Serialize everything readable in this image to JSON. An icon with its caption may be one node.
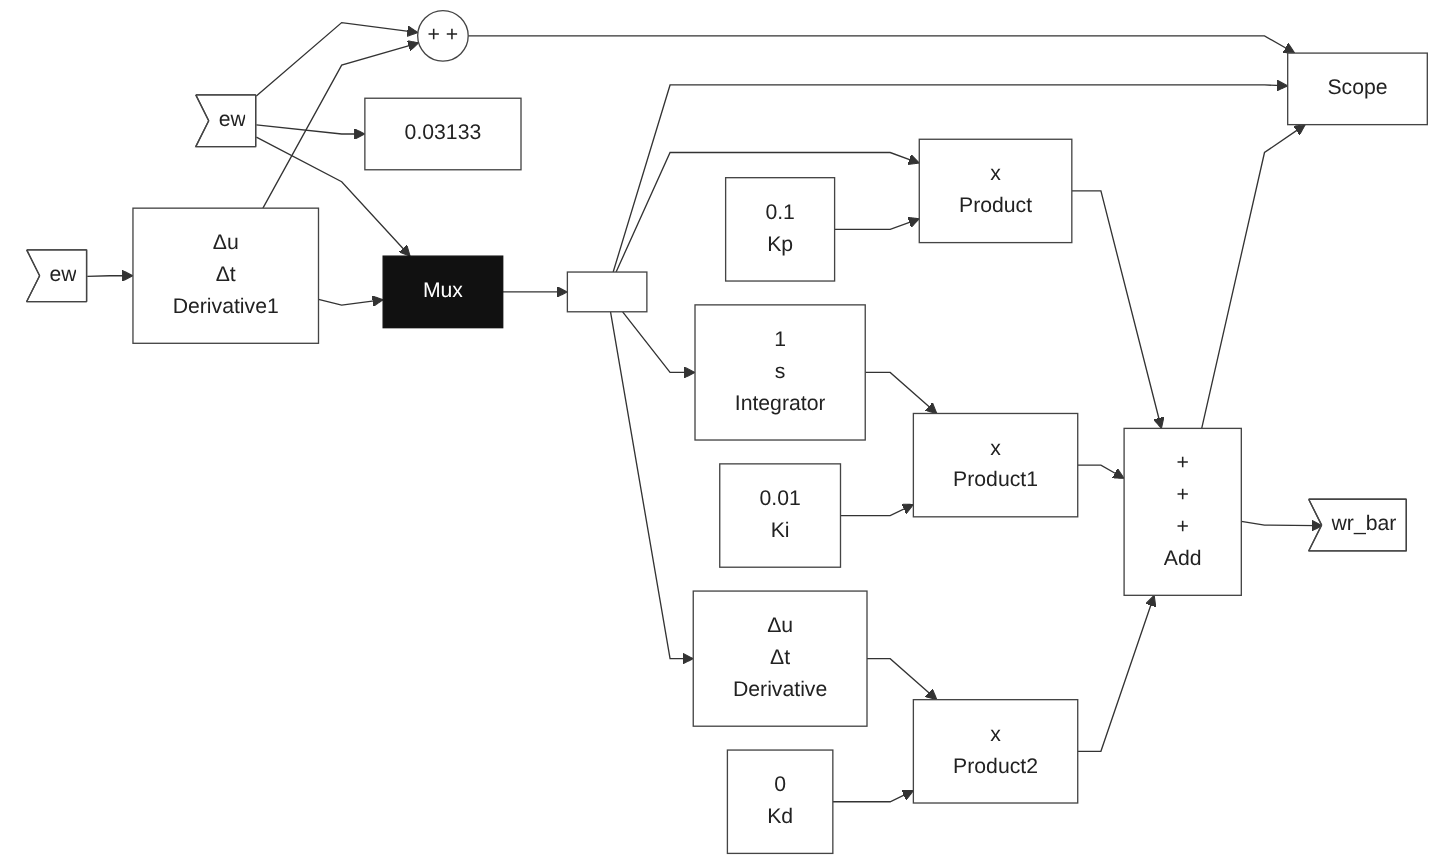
{
  "diagram": {
    "nodes": [
      {
        "text": [
          "+",
          "+"
        ]
      },
      {
        "text": [
          "0.03133"
        ]
      },
      {
        "text": [
          "ew"
        ]
      },
      {
        "text": [
          "ew"
        ]
      },
      {
        "text": [
          "Δu",
          "Δt",
          "Derivative1"
        ]
      },
      {
        "text": [
          "Mux"
        ]
      },
      {
        "text": [],
        "shape": "box"
      },
      {
        "text": [
          "0.1",
          "Kp"
        ]
      },
      {
        "text": [
          "x",
          "Product"
        ]
      },
      {
        "text": [
          "1",
          "s",
          "Integrator"
        ]
      },
      {
        "text": [
          "0.01",
          "Ki"
        ]
      },
      {
        "text": [
          "x",
          "Product1"
        ]
      },
      {
        "text": [
          "Δu",
          "Δt",
          "Derivative"
        ]
      },
      {
        "text": [
          "0",
          "Kd"
        ]
      },
      {
        "text": [
          "x",
          "Product2"
        ]
      },
      {
        "text": [
          "+",
          "+",
          "+",
          "Add"
        ]
      },
      {
        "text": [
          "wr_bar"
        ]
      },
      {
        "text": [
          "Scope"
        ]
      }
    ],
    "edges": [
      {
        "from": 2,
        "to": 0,
        "arrow": "to"
      },
      {
        "from": 2,
        "to": 1,
        "arrow": "to"
      },
      {
        "from": 2,
        "to": 5,
        "arrow": "to"
      },
      {
        "from": 3,
        "to": 4,
        "arrow": "to"
      },
      {
        "from": 4,
        "to": 0,
        "arrow": "to"
      },
      {
        "from": 4,
        "to": 5,
        "arrow": "to"
      },
      {
        "from": 5,
        "to": 6,
        "arrow": "to"
      },
      {
        "from": 0,
        "to": 17,
        "arrow": "to"
      },
      {
        "from": 6,
        "to": 17,
        "arrow": "to"
      },
      {
        "from": 6,
        "to": 8,
        "arrow": "to"
      },
      {
        "from": 7,
        "to": 8,
        "arrow": "to"
      },
      {
        "from": 6,
        "to": 9,
        "arrow": "to"
      },
      {
        "from": 6,
        "to": 12,
        "arrow": "to"
      },
      {
        "from": 9,
        "to": 11,
        "arrow": "to"
      },
      {
        "from": 10,
        "to": 11,
        "arrow": "to"
      },
      {
        "from": 12,
        "to": 14,
        "arrow": "to"
      },
      {
        "from": 13,
        "to": 14,
        "arrow": "to"
      },
      {
        "from": 8,
        "to": 15,
        "arrow": "to"
      },
      {
        "from": 11,
        "to": 15,
        "arrow": "to"
      },
      {
        "from": 14,
        "to": 15,
        "arrow": "to"
      },
      {
        "from": 15,
        "to": 16,
        "arrow": "to"
      },
      {
        "from": 15,
        "to": 17,
        "arrow": "to"
      }
    ]
  }
}
